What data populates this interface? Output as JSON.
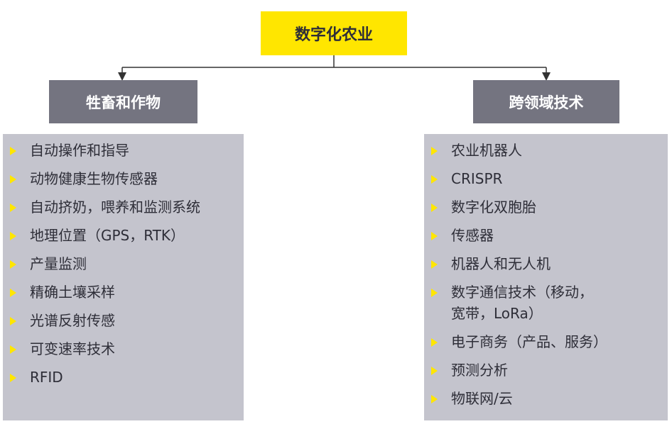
{
  "root": {
    "label": "数字化农业"
  },
  "branches": [
    {
      "title": "牲畜和作物",
      "items": [
        "自动操作和指导",
        "动物健康生物传感器",
        "自动挤奶，喂养和监测系统",
        "地理位置（GPS，RTK）",
        "产量监测",
        "精确土壤采样",
        "光谱反射传感",
        "可变速率技术",
        "RFID"
      ]
    },
    {
      "title": "跨领域技术",
      "items": [
        "农业机器人",
        "CRISPR",
        "数字化双胞胎",
        "传感器",
        "机器人和无人机",
        "数字通信技术（移动，宽带，LoRa）",
        "电子商务（产品、服务）",
        "预测分析",
        "物联网/云"
      ]
    }
  ],
  "colors": {
    "accent": "#ffe600",
    "category_box": "#747480",
    "panel": "#c4c4cd",
    "text": "#2e2e38",
    "connector": "#333333"
  }
}
